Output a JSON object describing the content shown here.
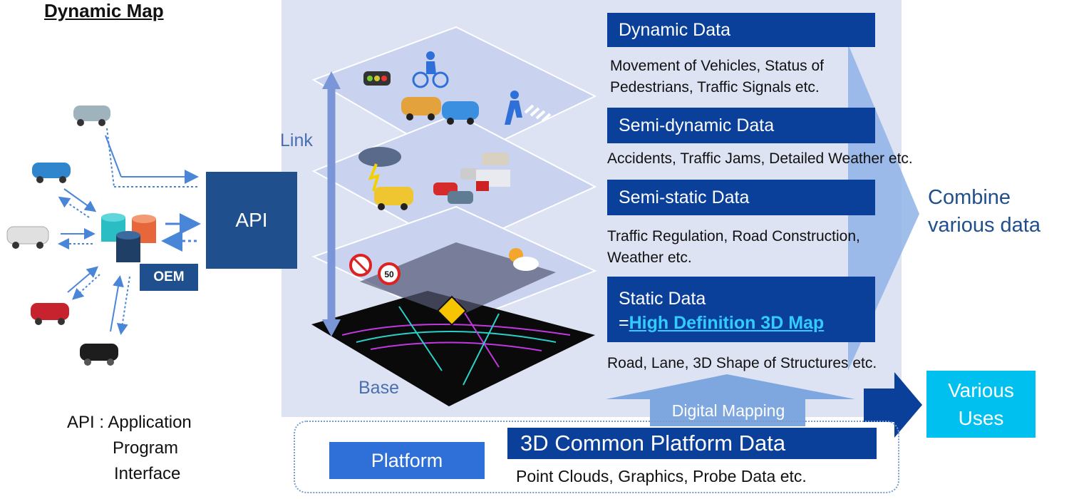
{
  "title": "Dynamic Map",
  "api": {
    "label": "API",
    "oem_label": "OEM"
  },
  "api_definition": {
    "line1": "API : Application",
    "line2": "Program",
    "line3": "Interface"
  },
  "layers": {
    "link_label": "Link",
    "base_label": "Base",
    "dynamic": {
      "title": "Dynamic Data",
      "desc1": "Movement of Vehicles, Status of",
      "desc2": "Pedestrians, Traffic Signals etc."
    },
    "semi_dynamic": {
      "title": "Semi-dynamic Data",
      "desc1": "Accidents, Traffic Jams, Detailed Weather etc."
    },
    "semi_static": {
      "title": "Semi-static Data",
      "desc1": "Traffic Regulation, Road Construction,",
      "desc2": "Weather etc."
    },
    "static": {
      "title": "Static Data",
      "prefix": "=",
      "link": "High Definition 3D Map",
      "desc1": "Road, Lane, 3D Shape of Structures etc."
    }
  },
  "combine": {
    "line1": "Combine",
    "line2": "various data"
  },
  "various_uses": {
    "line1": "Various",
    "line2": "Uses"
  },
  "digital_mapping": "Digital Mapping",
  "platform": {
    "label": "Platform",
    "common_title": "3D Common Platform Data",
    "common_desc": "Point Clouds, Graphics, Probe Data etc."
  },
  "icons": [
    "car-icon",
    "database-icon",
    "traffic-light-icon",
    "cyclist-icon",
    "pedestrian-icon",
    "storm-cloud-icon",
    "no-parking-sign-icon",
    "speed-limit-sign-icon",
    "road-work-sign-icon",
    "partly-cloudy-icon"
  ],
  "speed_limit_value": "50",
  "colors": {
    "navy": "#0a3f9a",
    "api": "#1f4f8c",
    "cyan": "#00c0f0",
    "panel": "#dde3f3",
    "arrow": "#7ea7e0"
  }
}
